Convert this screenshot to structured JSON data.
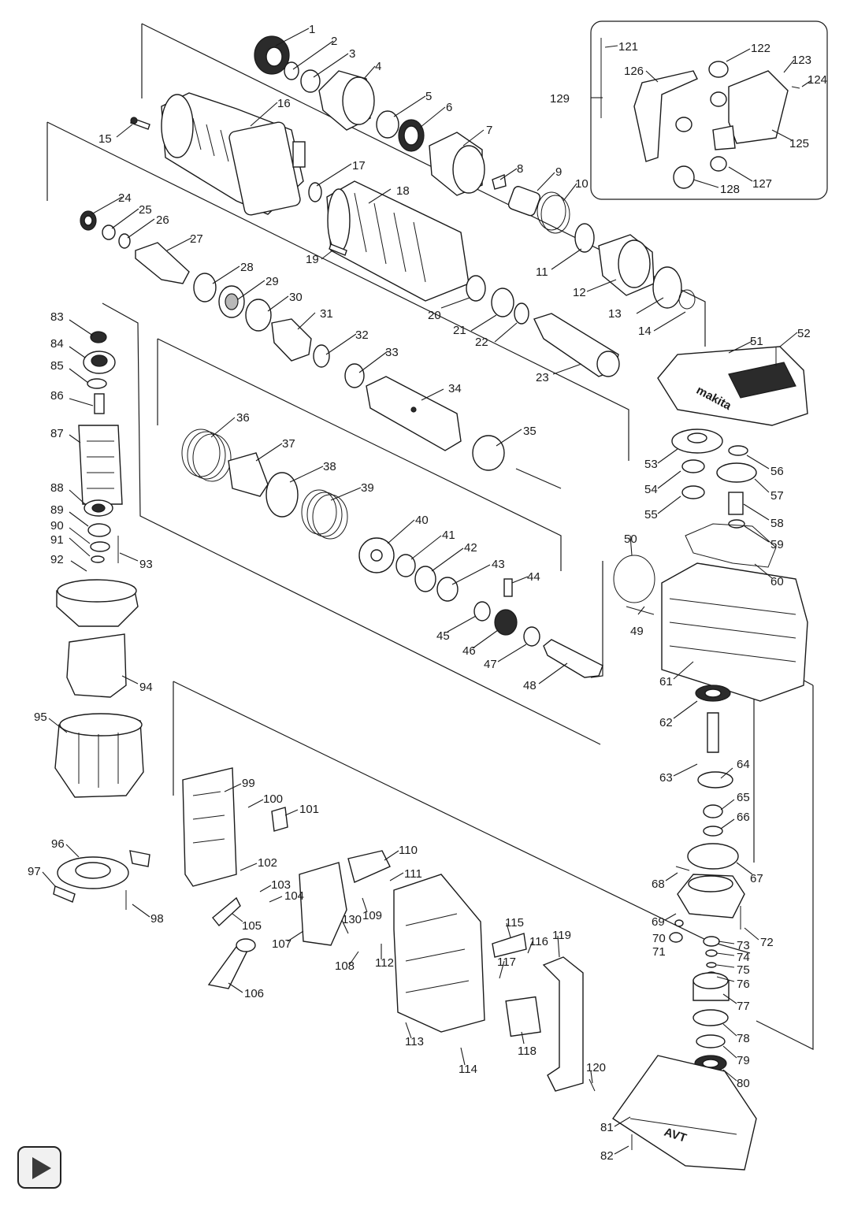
{
  "diagram": {
    "part_numbers": [
      "1",
      "2",
      "3",
      "4",
      "5",
      "6",
      "7",
      "8",
      "9",
      "10",
      "11",
      "12",
      "13",
      "14",
      "15",
      "16",
      "17",
      "18",
      "19",
      "20",
      "21",
      "22",
      "23",
      "24",
      "25",
      "26",
      "27",
      "28",
      "29",
      "30",
      "31",
      "32",
      "33",
      "34",
      "35",
      "36",
      "37",
      "38",
      "39",
      "40",
      "41",
      "42",
      "43",
      "44",
      "45",
      "46",
      "47",
      "48",
      "49",
      "50",
      "51",
      "52",
      "53",
      "54",
      "55",
      "56",
      "57",
      "58",
      "59",
      "60",
      "61",
      "62",
      "63",
      "64",
      "65",
      "66",
      "67",
      "68",
      "69",
      "70",
      "71",
      "72",
      "73",
      "74",
      "75",
      "76",
      "77",
      "78",
      "79",
      "80",
      "81",
      "82",
      "83",
      "84",
      "85",
      "86",
      "87",
      "88",
      "89",
      "90",
      "91",
      "92",
      "93",
      "94",
      "95",
      "96",
      "97",
      "98",
      "99",
      "100",
      "101",
      "102",
      "103",
      "104",
      "105",
      "106",
      "107",
      "108",
      "109",
      "110",
      "111",
      "112",
      "113",
      "114",
      "115",
      "116",
      "117",
      "118",
      "119",
      "120",
      "121",
      "122",
      "123",
      "124",
      "125",
      "126",
      "127",
      "128",
      "129",
      "130"
    ],
    "brand_marking": "makita",
    "marking_avt": "AVT"
  },
  "controls": {
    "play_icon": "play-icon"
  }
}
